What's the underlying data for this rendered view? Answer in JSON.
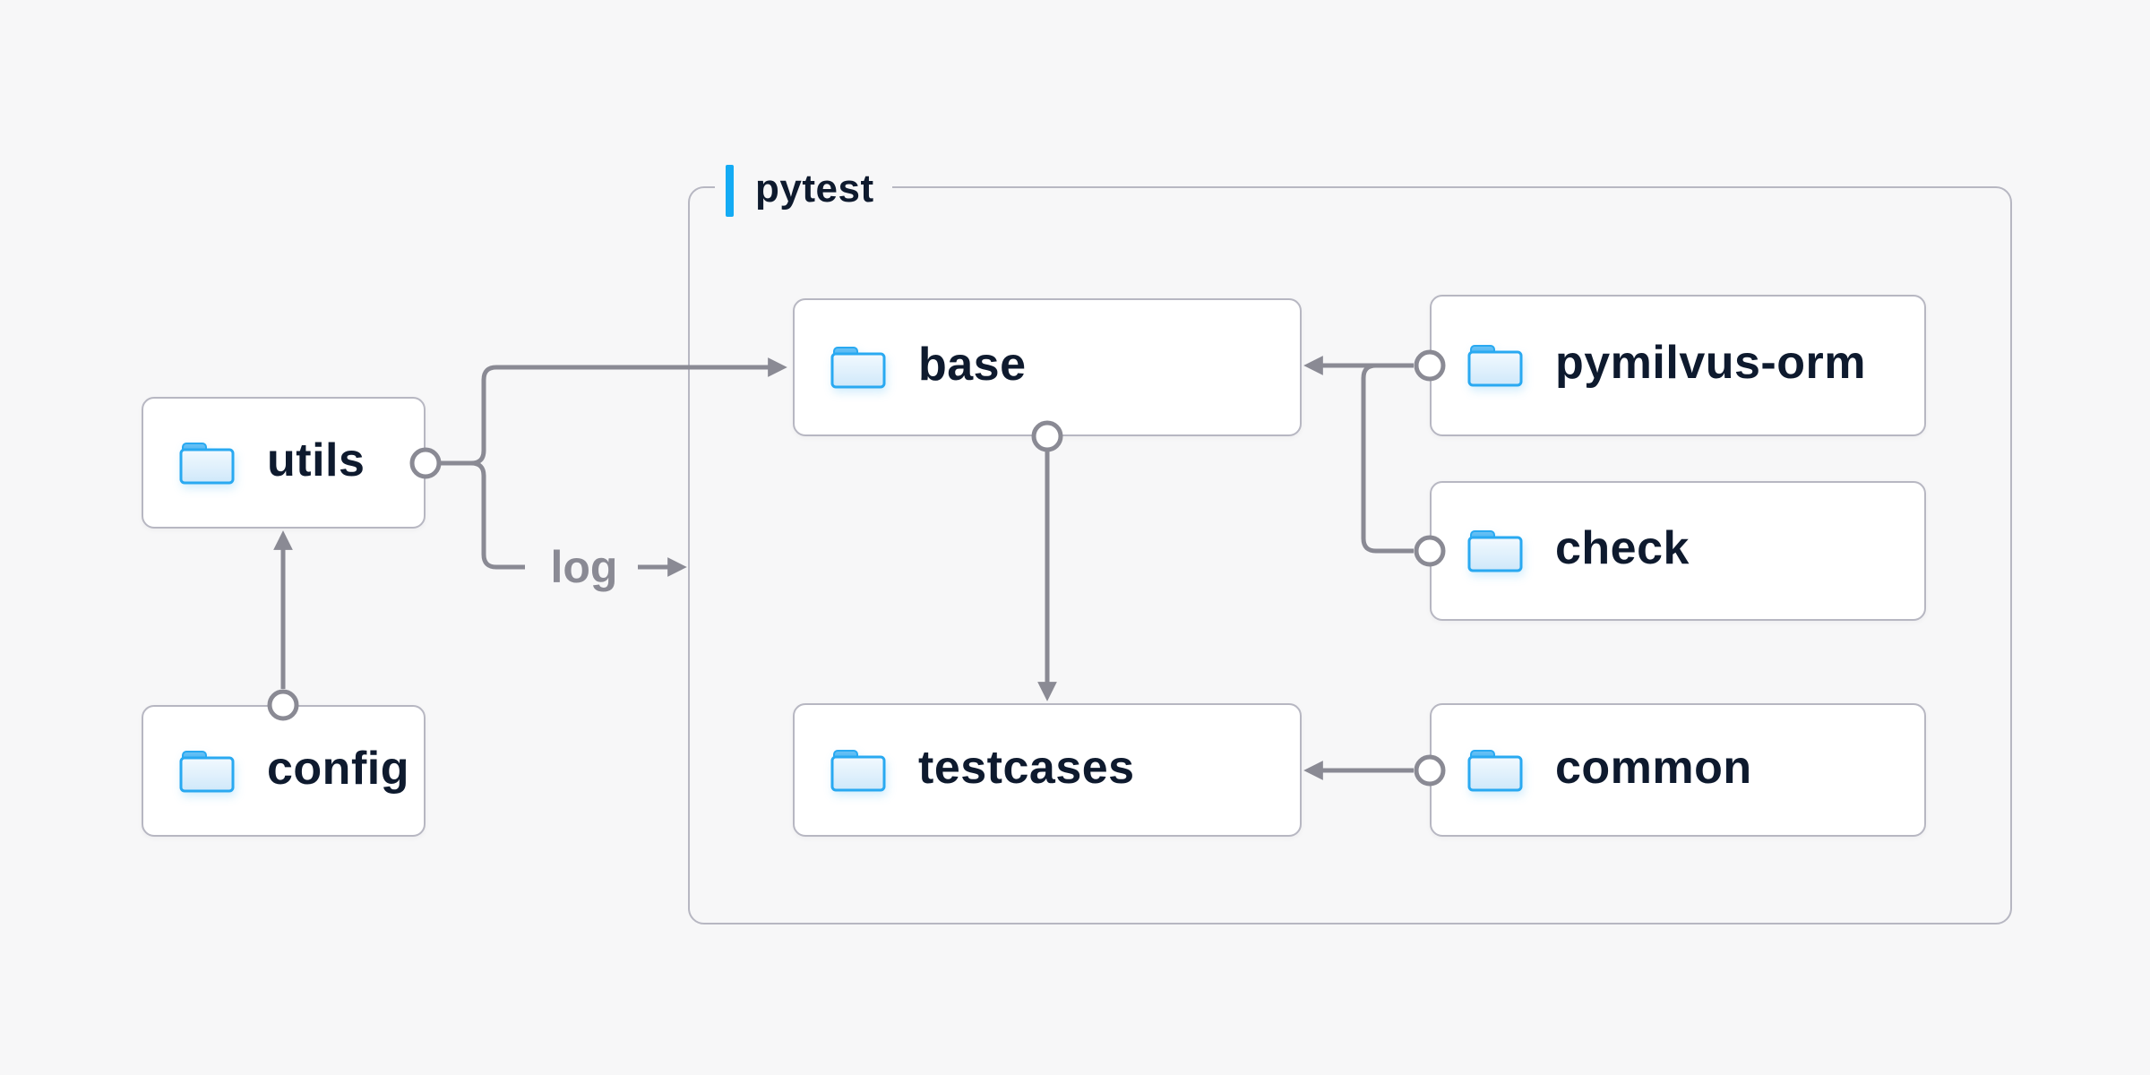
{
  "group": {
    "label": "pytest"
  },
  "nodes": [
    {
      "id": "utils",
      "label": "utils"
    },
    {
      "id": "config",
      "label": "config"
    },
    {
      "id": "base",
      "label": "base"
    },
    {
      "id": "testcases",
      "label": "testcases"
    },
    {
      "id": "pymilvus-orm",
      "label": "pymilvus-orm"
    },
    {
      "id": "check",
      "label": "check"
    },
    {
      "id": "common",
      "label": "common"
    }
  ],
  "edges": {
    "log_label": "log",
    "connections": [
      {
        "from": "utils",
        "to": "base",
        "arrow": "into-base"
      },
      {
        "from": "utils",
        "to": "pytest",
        "arrow": "into-pytest-group",
        "label": "log"
      },
      {
        "from": "config",
        "to": "utils",
        "arrow": "into-utils"
      },
      {
        "from": "base",
        "to": "testcases",
        "arrow": "into-testcases"
      },
      {
        "from": "pymilvus-orm",
        "to": "base",
        "arrow": "into-base"
      },
      {
        "from": "pymilvus-orm",
        "to": "check",
        "arrow": "none"
      },
      {
        "from": "common",
        "to": "testcases",
        "arrow": "into-testcases"
      }
    ]
  },
  "icons": [
    {
      "name": "folder-icon",
      "meaning": "directory"
    }
  ],
  "colors": {
    "background": "#f7f7f8",
    "node_fill": "#ffffff",
    "node_border": "#b7b7c2",
    "group_border": "#b7b7c2",
    "connector": "#8a8a94",
    "text": "#0e1a2e",
    "accent_bar": "#14abf4",
    "folder_stroke": "#29a9f1",
    "folder_fill_top": "#eef7fd",
    "folder_fill_bottom": "#d3eafb",
    "log_text": "#8a8a94"
  }
}
